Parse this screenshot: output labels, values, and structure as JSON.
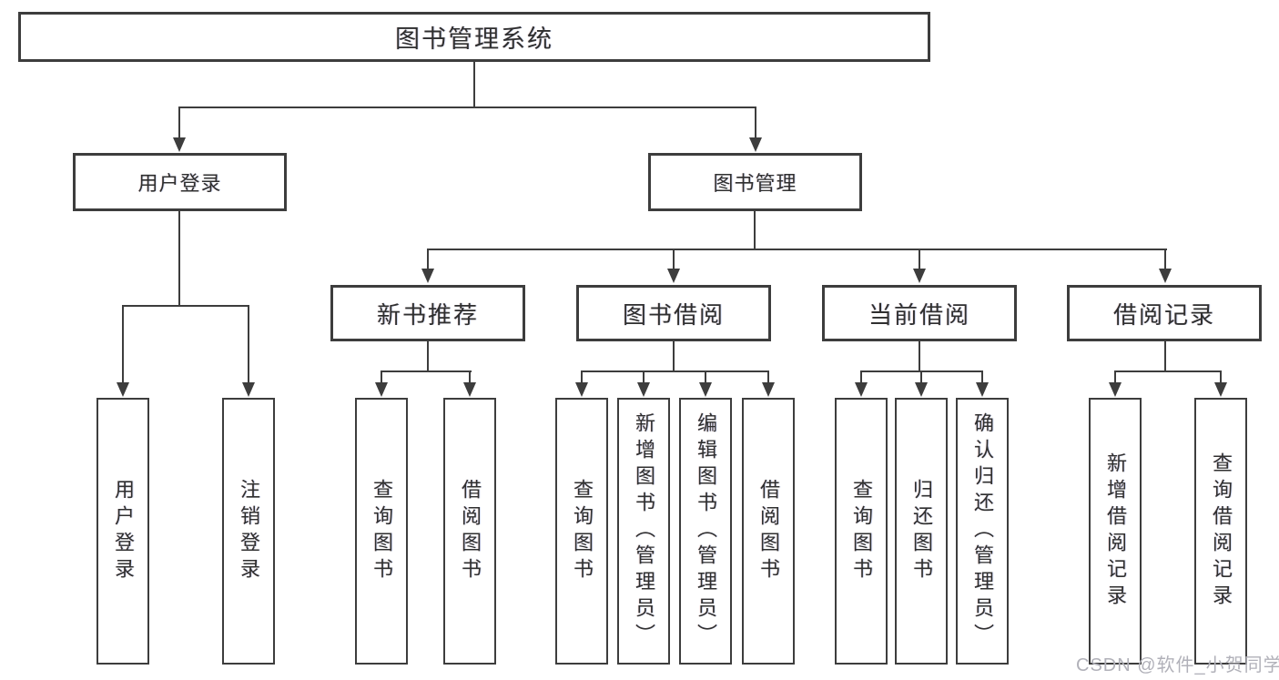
{
  "colors": {
    "background": "#ffffff",
    "line": "#3d3d3d",
    "text": "#2f2f2f",
    "watermark": "#b1b1b9"
  },
  "watermark": "CSDN @软件_小贺同学",
  "nodes": {
    "root": "图书管理系统",
    "user_login": "用户登录",
    "book_mgmt": "图书管理",
    "new_book_rec": "新书推荐",
    "book_borrow": "图书借阅",
    "current_borrow": "当前借阅",
    "borrow_record": "借阅记录",
    "ul_user_login": "用户登录",
    "ul_logout": "注销登录",
    "nr_query_book": "查询图书",
    "nr_borrow_book": "借阅图书",
    "bb_query_book": "查询图书",
    "bb_add_book": "新增图书（管理员）",
    "bb_edit_book": "编辑图书（管理员）",
    "bb_borrow_book": "借阅图书",
    "cb_query_book": "查询图书",
    "cb_return_book": "归还图书",
    "cb_confirm_return": "确认归还（管理员）",
    "br_add_record": "新增借阅记录",
    "br_query_record": "查询借阅记录"
  }
}
